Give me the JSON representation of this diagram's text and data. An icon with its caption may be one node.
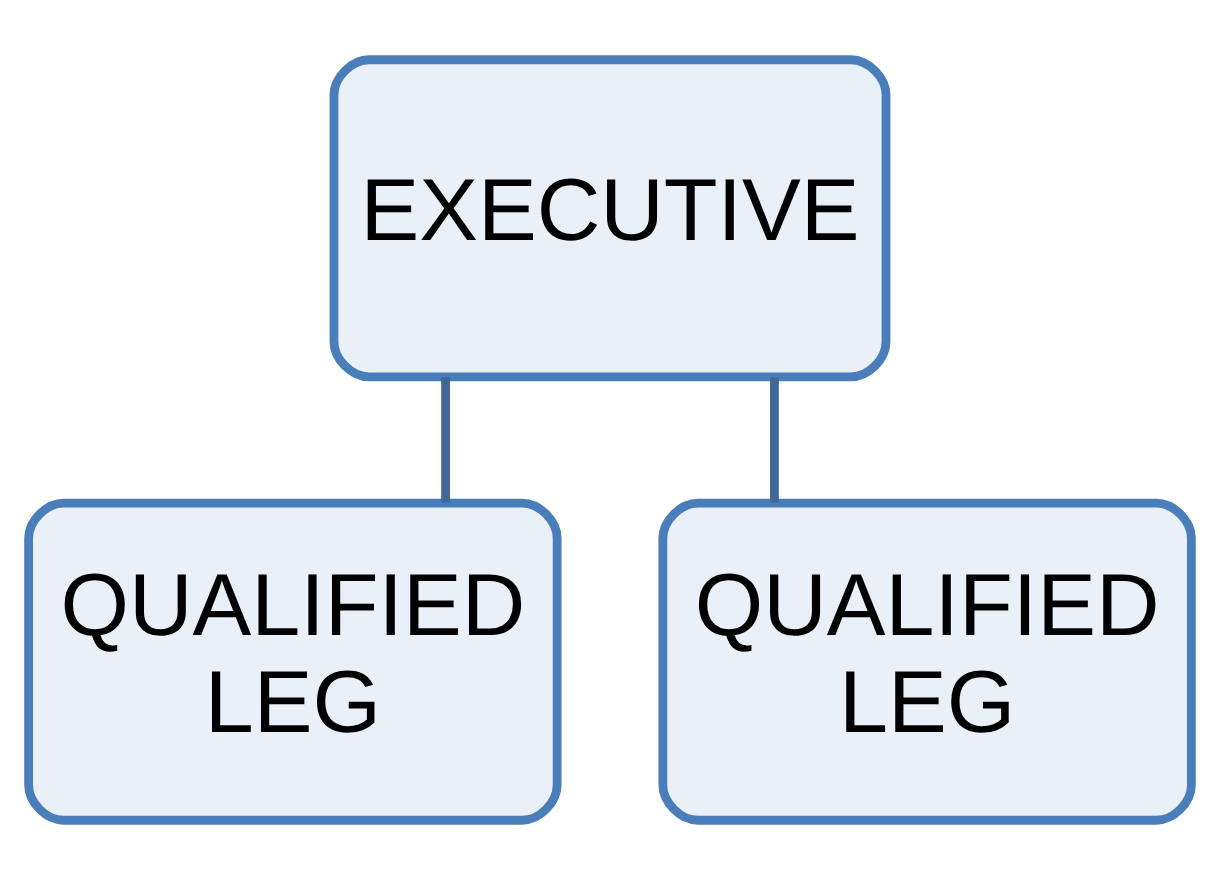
{
  "diagram": {
    "nodes": [
      {
        "text": [
          "EXECUTIVE"
        ]
      },
      {
        "text": [
          "QUALIFIED LEG"
        ]
      },
      {
        "text": [
          "QUALIFIED LEG"
        ]
      }
    ],
    "edges": [
      {
        "from": 0,
        "to": 1,
        "arrow": "none"
      },
      {
        "from": 0,
        "to": 2,
        "arrow": "none"
      }
    ]
  }
}
